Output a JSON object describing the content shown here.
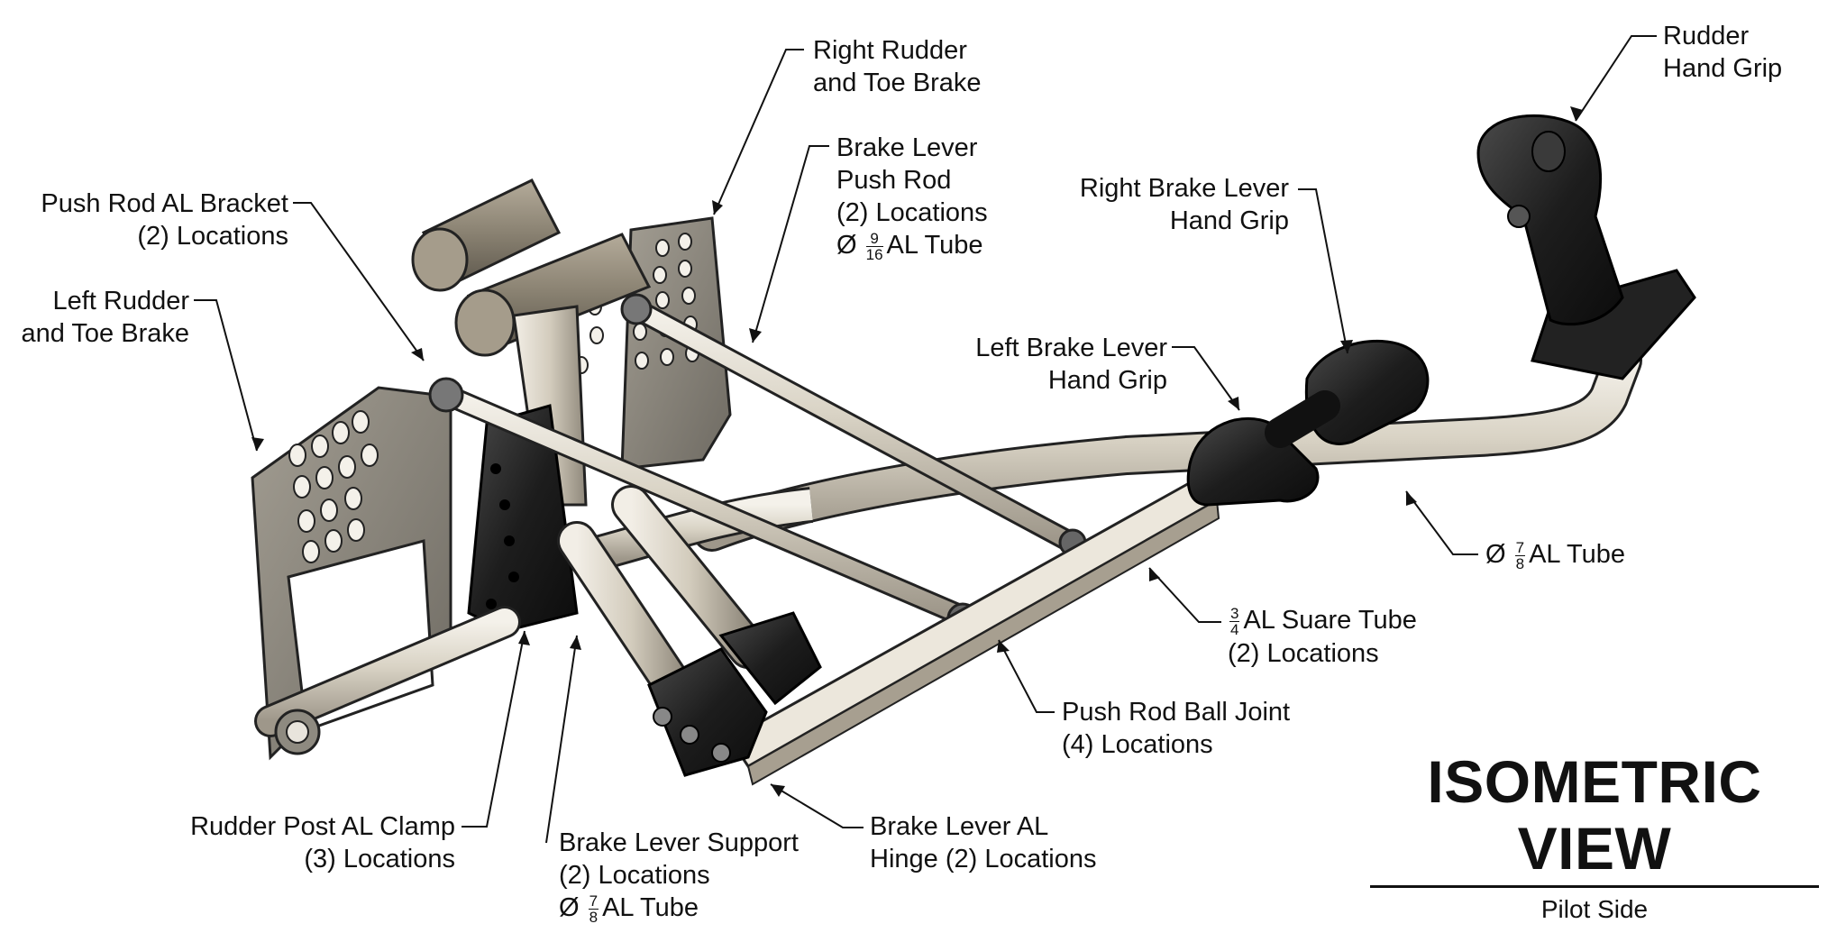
{
  "labels": {
    "rudder_hand_grip": [
      "Rudder",
      "Hand Grip"
    ],
    "right_rudder_toe_brake": [
      "Right Rudder",
      "and Toe Brake"
    ],
    "brake_lever_push_rod": {
      "lines": [
        "Brake Lever",
        "Push Rod",
        "(2) Locations"
      ],
      "tube": {
        "symbol": "Ø",
        "num": "9",
        "den": "16",
        "text": "AL Tube"
      }
    },
    "right_brake_lever_hand_grip": [
      "Right Brake Lever",
      "Hand Grip"
    ],
    "push_rod_al_bracket": [
      "Push Rod AL Bracket",
      "(2) Locations"
    ],
    "left_rudder_toe_brake": [
      "Left Rudder",
      "and Toe Brake"
    ],
    "left_brake_lever_hand_grip": [
      "Left Brake Lever",
      "Hand Grip"
    ],
    "main_tube": {
      "symbol": "Ø",
      "num": "7",
      "den": "8",
      "text": "AL Tube"
    },
    "square_tube": {
      "num": "3",
      "den": "4",
      "text": "AL Suare Tube",
      "line2": "(2) Locations"
    },
    "push_rod_ball_joint": [
      "Push Rod Ball Joint",
      "(4) Locations"
    ],
    "rudder_post_al_clamp": [
      "Rudder Post AL Clamp",
      "(3) Locations"
    ],
    "brake_lever_support": {
      "lines": [
        "Brake Lever Support",
        "(2) Locations"
      ],
      "tube": {
        "symbol": "Ø",
        "num": "7",
        "den": "8",
        "text": "AL Tube"
      }
    },
    "brake_lever_al_hinge": [
      "Brake Lever AL",
      "Hinge (2) Locations"
    ]
  },
  "title_block": {
    "title": "ISOMETRIC VIEW",
    "subtitle": "Pilot Side"
  },
  "colors": {
    "ink": "#111111",
    "aluminum": "#d8d2c4",
    "black_parts": "#1e1e1e",
    "plate_gray": "#8e8a80"
  }
}
